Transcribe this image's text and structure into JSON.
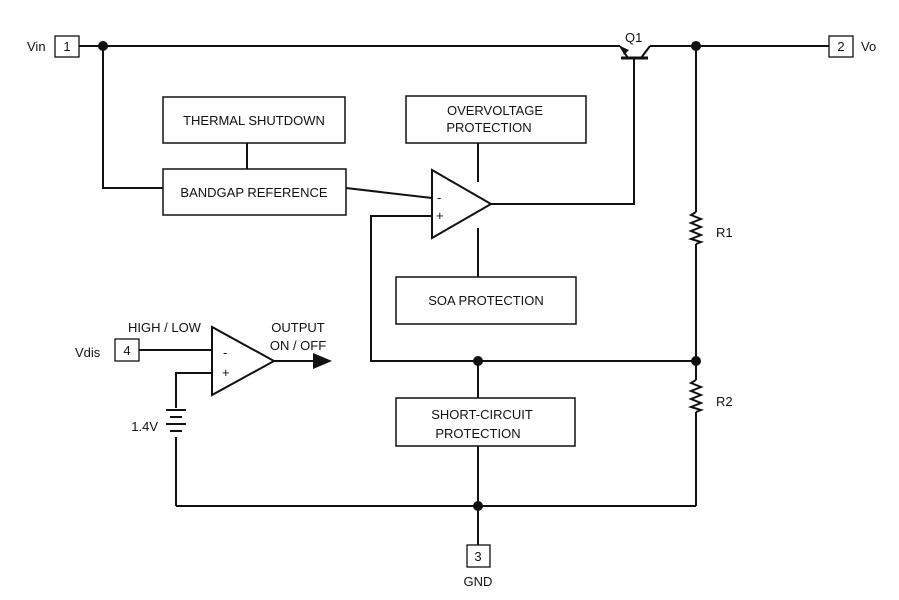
{
  "pins": {
    "vin": {
      "number": "1",
      "label": "Vin"
    },
    "vo": {
      "number": "2",
      "label": "Vo"
    },
    "gnd": {
      "number": "3",
      "label": "GND"
    },
    "vdis": {
      "number": "4",
      "label": "Vdis"
    }
  },
  "blocks": {
    "thermal_shutdown": [
      "THERMAL SHUTDOWN"
    ],
    "bandgap_reference": [
      "BANDGAP REFERENCE"
    ],
    "overvoltage_protection": [
      "OVERVOLTAGE",
      "PROTECTION"
    ],
    "soa_protection": [
      "SOA PROTECTION"
    ],
    "short_circuit_protection": [
      "SHORT-CIRCUIT",
      "PROTECTION"
    ]
  },
  "components": {
    "transistor": "Q1",
    "resistor_top": "R1",
    "resistor_bottom": "R2",
    "battery": "1.4V"
  },
  "opamp_main": {
    "minus": "-",
    "plus": "+"
  },
  "opamp_disable": {
    "minus": "-",
    "plus": "+"
  },
  "annotations": {
    "vdis_level": "HIGH / LOW",
    "output_state": [
      "OUTPUT",
      "ON / OFF"
    ]
  }
}
